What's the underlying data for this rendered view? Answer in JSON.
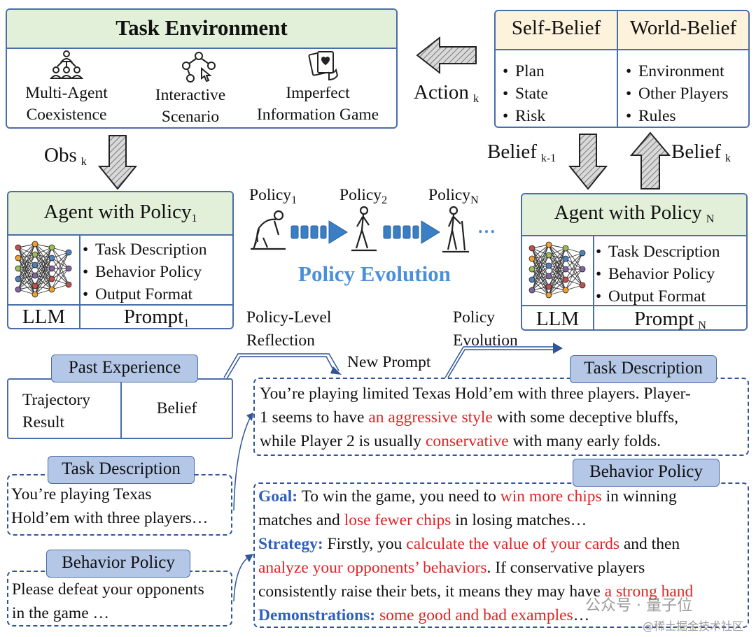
{
  "task_env": {
    "title": "Task Environment",
    "items": [
      {
        "line1": "Multi-Agent",
        "line2": "Coexistence",
        "icon": "multi-agent-icon"
      },
      {
        "line1": "Interactive",
        "line2": "Scenario",
        "icon": "interactive-icon"
      },
      {
        "line1": "Imperfect",
        "line2": "Information Game",
        "icon": "cards-icon"
      }
    ]
  },
  "belief": {
    "self_title": "Self-Belief",
    "world_title": "World-Belief",
    "self_items": [
      "Plan",
      "State",
      "Risk"
    ],
    "world_items": [
      "Environment",
      "Other Players",
      "Rules"
    ]
  },
  "action": {
    "label": "Action",
    "sub": "k"
  },
  "obs": {
    "label": "Obs",
    "sub": "k"
  },
  "belief_k1": {
    "label": "Belief",
    "sub": "k-1"
  },
  "belief_k": {
    "label": "Belief",
    "sub": "k"
  },
  "agent1": {
    "title": "Agent with Policy",
    "sub": "1",
    "items": [
      "Task Description",
      "Behavior Policy",
      "Output Format"
    ],
    "llm": "LLM",
    "prompt": "Prompt",
    "prompt_sub": "1"
  },
  "agentN": {
    "title": "Agent with Policy",
    "sub": "N",
    "items": [
      "Task Description",
      "Behavior Policy",
      "Output Format"
    ],
    "llm": "LLM",
    "prompt": "Prompt",
    "prompt_sub": "N"
  },
  "evolution": {
    "p1": "Policy",
    "p1_sub": "1",
    "p2": "Policy",
    "p2_sub": "2",
    "pN": "Policy",
    "pN_sub": "N",
    "ellipsis": "…",
    "title": "Policy Evolution"
  },
  "reflection": {
    "line1": "Policy-Level",
    "line2": "Reflection"
  },
  "policy_evo_label": {
    "line1": "Policy",
    "line2": "Evolution"
  },
  "new_prompt": "New Prompt",
  "past_exp": {
    "tag": "Past Experience",
    "left1": "Trajectory",
    "left2": "Result",
    "right": "Belief"
  },
  "task_small": {
    "tag": "Task Description",
    "line1": "You’re playing Texas",
    "line2": "Hold’em with three players…"
  },
  "behavior_small": {
    "tag": "Behavior Policy",
    "line1": "Please defeat your opponents",
    "line2": "in the game …"
  },
  "task_big": {
    "tag": "Task Description",
    "l1": "You’re playing limited Texas Hold’em with three players. Player-",
    "l2a": "1 seems to have ",
    "l2b": "an aggressive style",
    "l2c": " with some deceptive bluffs,",
    "l3a": "while Player 2 is usually ",
    "l3b": "conservative",
    "l3c": " with many early folds."
  },
  "behavior_big": {
    "tag": "Behavior Policy",
    "goal_label": "Goal:",
    "g1a": " To win the game, you need to ",
    "g1b": "win more chips",
    "g1c": " in winning",
    "g2a": "matches and ",
    "g2b": "lose fewer chips",
    "g2c": " in losing matches…",
    "strategy_label": "Strategy:",
    "s1a": " Firstly, you ",
    "s1b": "calculate the value of your cards",
    "s1c": " and then",
    "s2a": "analyze your opponents’ behaviors",
    "s2b": ". If conservative players",
    "s3a": "consistently raise their bets, it means they may have ",
    "s3b": "a strong hand",
    "demo_label": "Demonstrations:",
    "d1a": " ",
    "d1b": "some good and bad examples",
    "d1c": "…"
  },
  "watermark": {
    "line1": "公众号 · 量子位",
    "line2": "@稀土掘金技术社区"
  },
  "colors": {
    "accent_blue": "#4a6ea9",
    "tag_fill": "#b4c7e7",
    "header_green": "#e3f0d9",
    "header_cream": "#fdf2dc",
    "highlight_red": "#e02424",
    "title_blue": "#4a90d9"
  }
}
